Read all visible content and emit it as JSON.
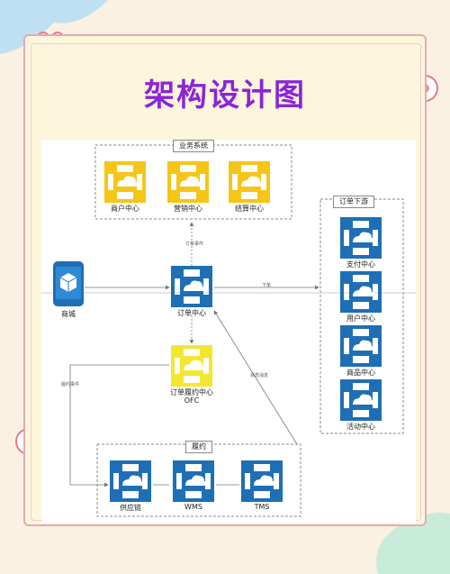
{
  "title": "架构设计图",
  "colors": {
    "title": "#8b24d9",
    "business": "#f5c518",
    "order": "#1e6fb5",
    "ofc": "#f3e630",
    "cloud": "#ffffff"
  },
  "groups": {
    "business_systems": "业务系统",
    "order_downstream": "订单下游",
    "fulfillment": "履约"
  },
  "nodes": {
    "merchant_center": "商户中心",
    "marketing_center": "营销中心",
    "settlement_center": "结算中心",
    "mall": "商城",
    "order_center": "订单中心",
    "ofc_line1": "订单履约中心",
    "ofc_line2": "OFC",
    "payment_center": "支付中心",
    "user_center": "用户中心",
    "product_center": "商品中心",
    "activity_center": "活动中心",
    "supply_chain": "供应链",
    "wms": "WMS",
    "tms": "TMS"
  },
  "edge_labels": {
    "order_event": "订单事件",
    "place_order": "下单",
    "fulfillment_event": "履约事件",
    "status_event": "状态消息"
  },
  "icons": {
    "node": "cloud-server-icon",
    "mall": "phone-cube-icon"
  }
}
